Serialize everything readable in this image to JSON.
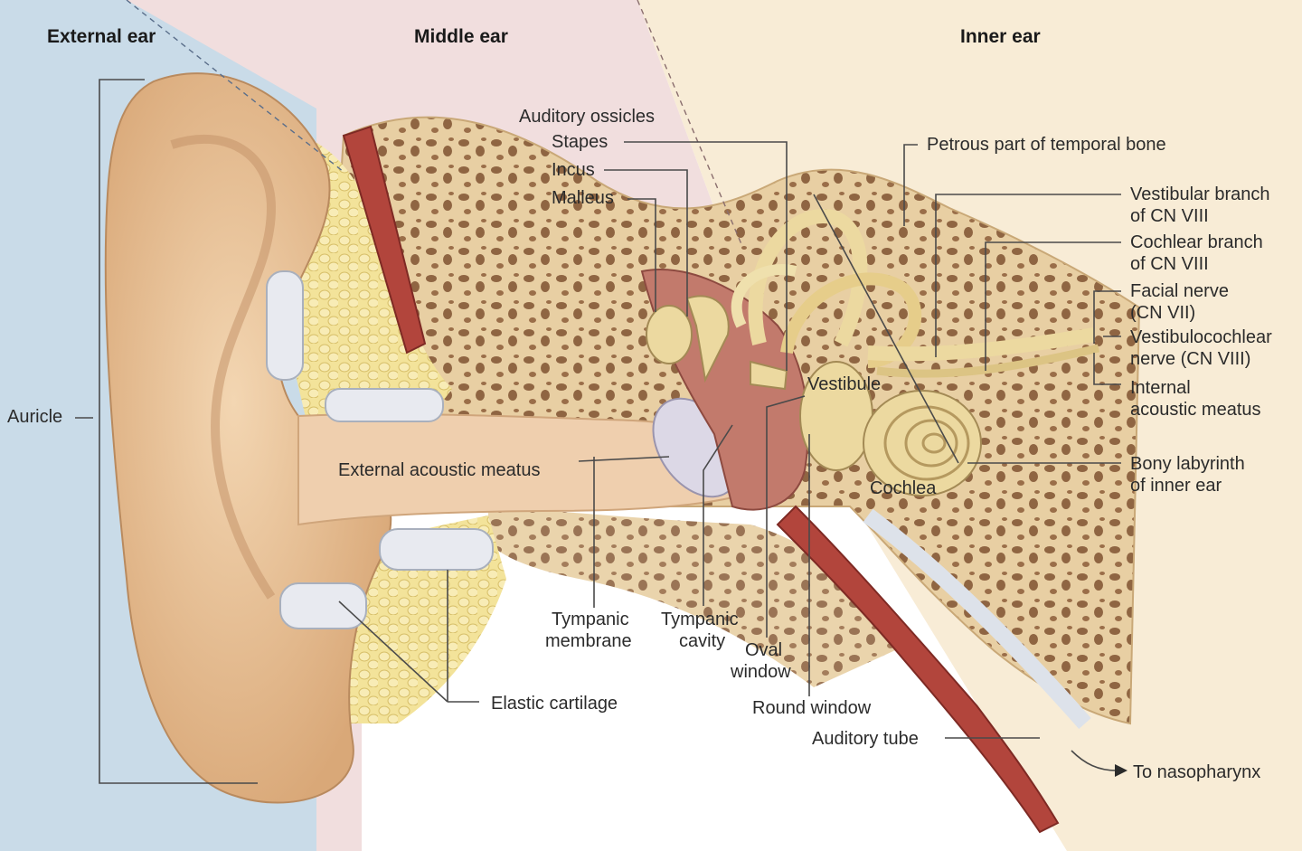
{
  "regions": {
    "external": "External ear",
    "middle": "Middle ear",
    "inner": "Inner ear"
  },
  "labels": {
    "auricle": "Auricle",
    "auditory_ossicles": "Auditory ossicles",
    "stapes": "Stapes",
    "incus": "Incus",
    "malleus": "Malleus",
    "petrous": "Petrous part of temporal bone",
    "vestibular_branch_1": "Vestibular branch",
    "vestibular_branch_2": "of CN VIII",
    "cochlear_branch_1": "Cochlear branch",
    "cochlear_branch_2": "of CN VIII",
    "facial_nerve_1": "Facial nerve",
    "facial_nerve_2": "(CN VII)",
    "vestibulocochlear_1": "Vestibulocochlear",
    "vestibulocochlear_2": "nerve (CN VIII)",
    "internal_meatus_1": "Internal",
    "internal_meatus_2": "acoustic meatus",
    "vestibule": "Vestibule",
    "external_meatus": "External acoustic meatus",
    "cochlea": "Cochlea",
    "bony_labyrinth_1": "Bony labyrinth",
    "bony_labyrinth_2": "of inner ear",
    "tympanic_membrane_1": "Tympanic",
    "tympanic_membrane_2": "membrane",
    "tympanic_cavity_1": "Tympanic",
    "tympanic_cavity_2": "cavity",
    "oval_window_1": "Oval",
    "oval_window_2": "window",
    "round_window": "Round window",
    "elastic_cartilage": "Elastic cartilage",
    "auditory_tube": "Auditory tube",
    "to_nasopharynx": "To nasopharynx"
  },
  "colors": {
    "external_bg": "#c9dbe8",
    "middle_bg": "#f1dede",
    "inner_bg": "#f8ecd6",
    "skin": "#e9c39a",
    "bone": "#e8cfa3",
    "bone_pore": "#8f6542",
    "cartilage_fat": "#f3e39a",
    "muscle": "#b2453c",
    "labyrinth": "#ecd9a0"
  }
}
